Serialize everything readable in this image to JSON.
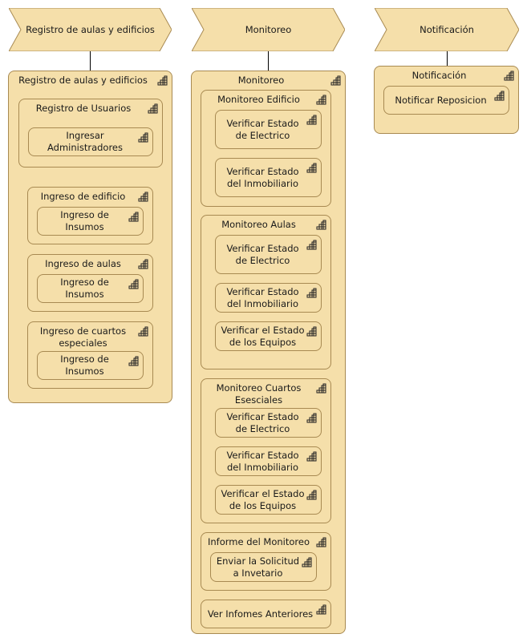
{
  "columns": [
    {
      "header": "Registro de aulas y edificios",
      "container": {
        "title": "Registro de aulas y edificios",
        "groups": [
          {
            "title": "Registro de Usuarios",
            "items": [
              "Ingresar Administradores"
            ]
          },
          {
            "title": "Ingreso de edificio",
            "items": [
              "Ingreso de Insumos"
            ]
          },
          {
            "title": "Ingreso de aulas",
            "items": [
              "Ingreso de Insumos"
            ]
          },
          {
            "title": "Ingreso de cuartos especiales",
            "items": [
              "Ingreso de Insumos"
            ]
          }
        ]
      }
    },
    {
      "header": "Monitoreo",
      "container": {
        "title": "Monitoreo",
        "groups": [
          {
            "title": "Monitoreo Edificio",
            "items": [
              "Verificar Estado de Electrico",
              "Verificar Estado del Inmobiliario"
            ]
          },
          {
            "title": "Monitoreo Aulas",
            "items": [
              "Verificar Estado de Electrico",
              "Verificar Estado del Inmobiliario",
              "Verificar el Estado de los Equipos"
            ]
          },
          {
            "title": "Monitoreo Cuartos Esesciales",
            "items": [
              "Verificar Estado de Electrico",
              "Verificar Estado del Inmobiliario",
              "Verificar el Estado de los Equipos"
            ]
          },
          {
            "title": "Informe del Monitoreo",
            "items": [
              "Enviar la Solicitud a Invetario"
            ]
          }
        ],
        "leaf": "Ver Infomes Anteriores"
      }
    },
    {
      "header": "Notificación",
      "container": {
        "title": "Notificación",
        "groups": [],
        "items": [
          "Notificar Reposicion"
        ]
      }
    }
  ],
  "colors": {
    "fill": "#f5dfaa",
    "border": "#a88a52",
    "chevron_fill": "#f5dfaa"
  },
  "icon": "function-grid-icon"
}
